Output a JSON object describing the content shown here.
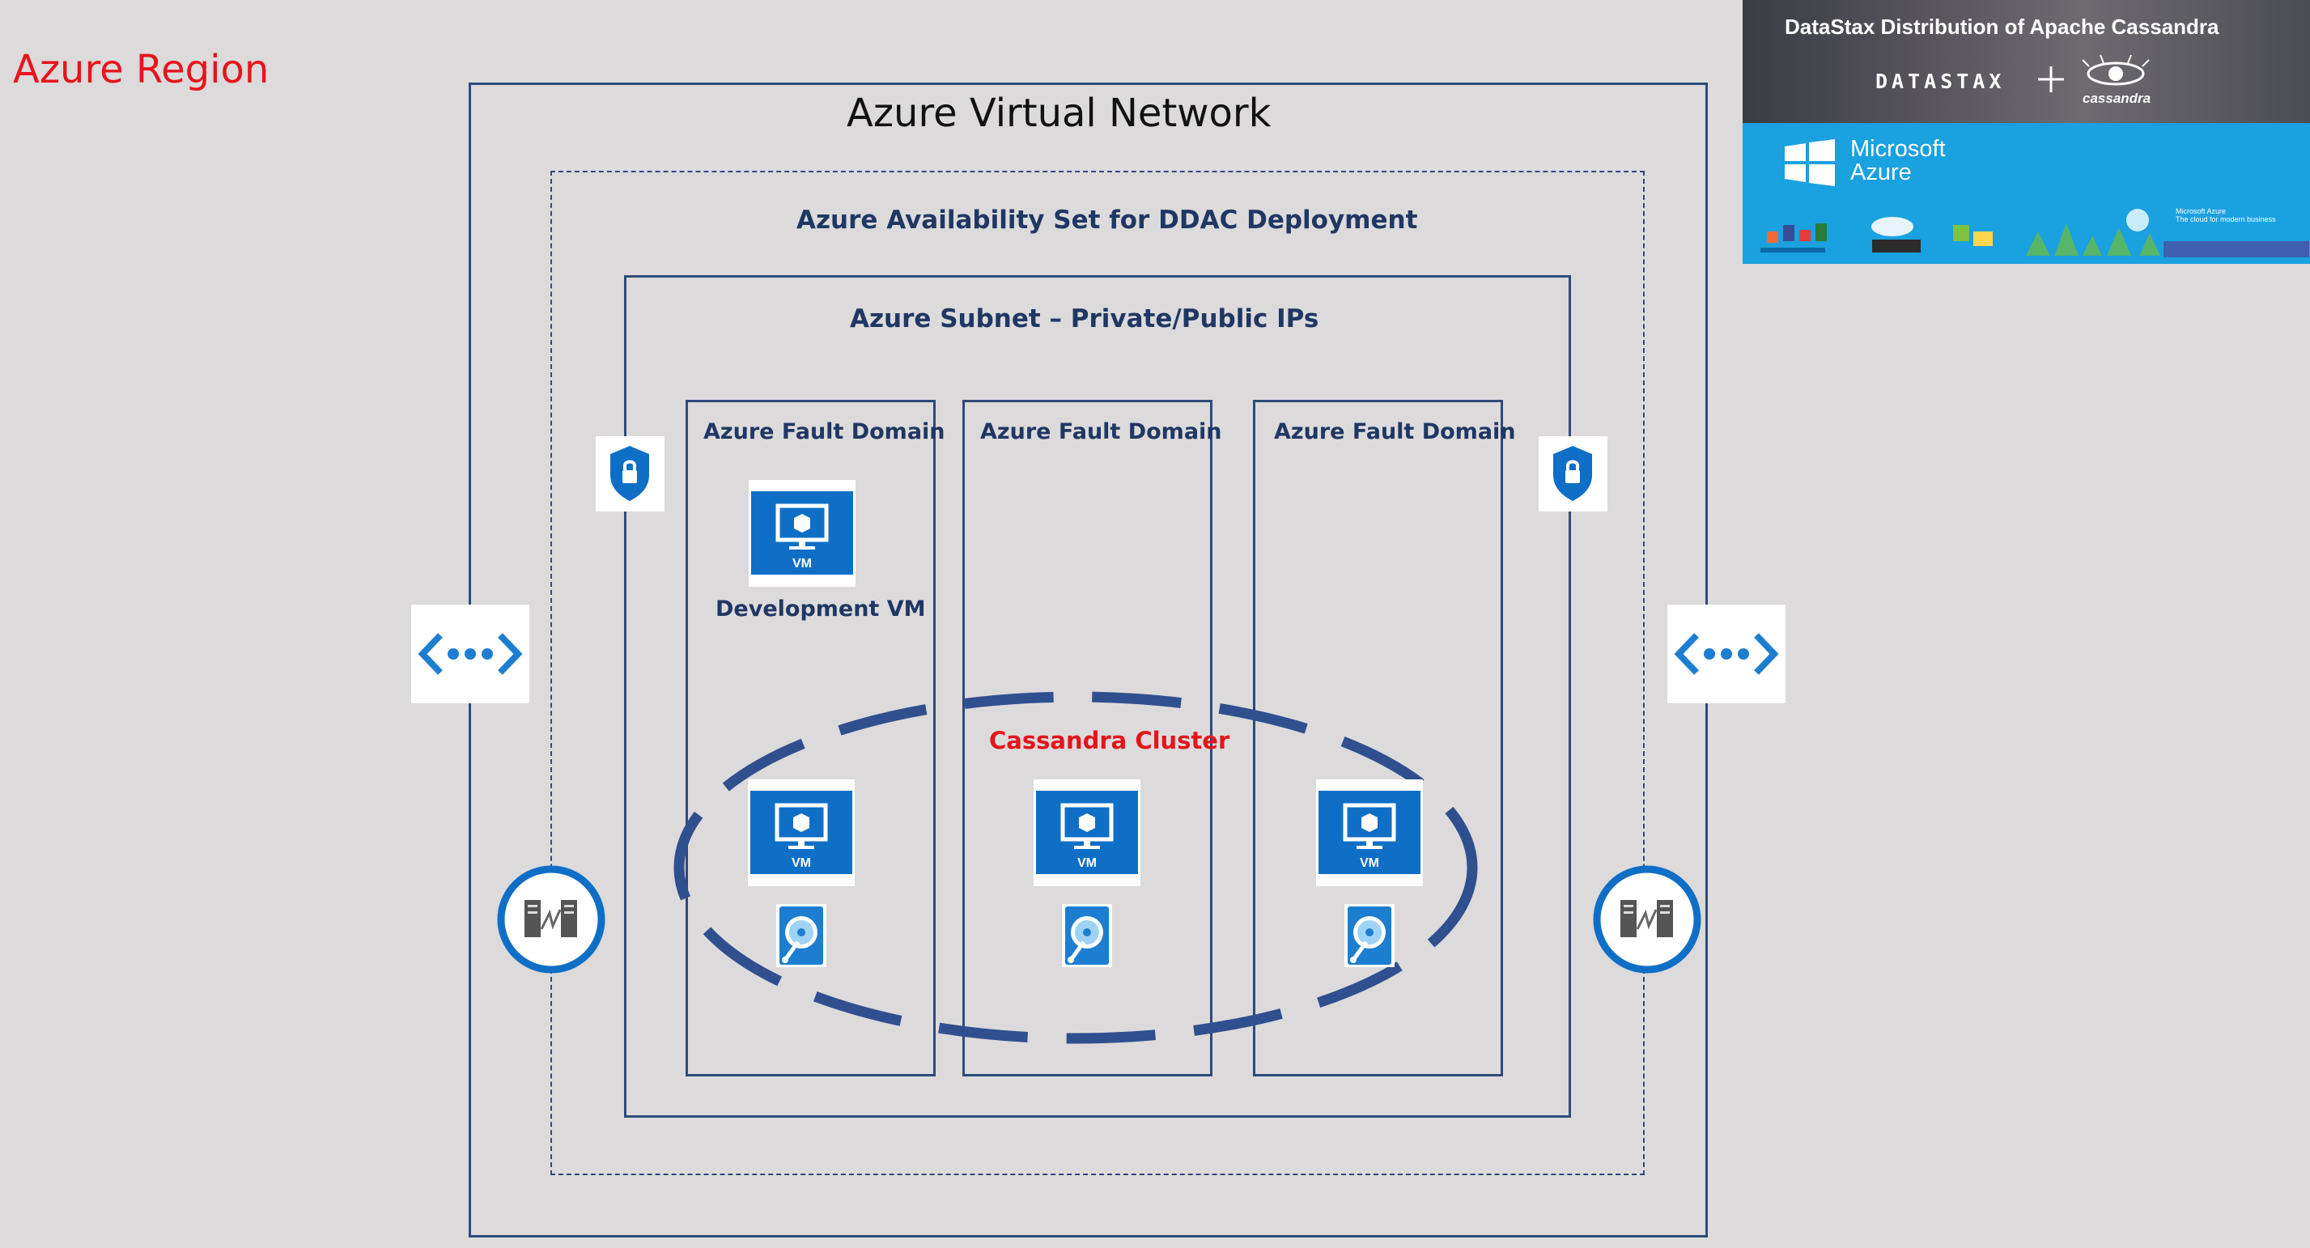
{
  "region": {
    "label": "Azure Region"
  },
  "vnet": {
    "title": "Azure Virtual Network"
  },
  "availability_set": {
    "title": "Azure Availability Set for DDAC Deployment"
  },
  "subnet": {
    "title": "Azure Subnet – Private/Public IPs"
  },
  "fault_domains": [
    {
      "label": "Azure Fault Domain"
    },
    {
      "label": "Azure Fault Domain"
    },
    {
      "label": "Azure Fault Domain"
    }
  ],
  "dev_vm": {
    "label": "Development VM",
    "badge": "VM"
  },
  "cluster": {
    "label": "Cassandra Cluster",
    "vm_badges": [
      "VM",
      "VM",
      "VM"
    ]
  },
  "banner": {
    "title": "DataStax Distribution of Apache Cassandra",
    "datastax_logo": "DATASTAX",
    "cassandra_logo": "cassandra",
    "ms_line1": "Microsoft",
    "ms_line2": "Azure",
    "ms_small1": "Microsoft Azure",
    "ms_small2": "The cloud for modern business"
  },
  "colors": {
    "accent": "#1f3763",
    "azure_blue": "#0f6fc6",
    "cluster_label": "#e3151b",
    "region_label": "#e8141c"
  },
  "icons": [
    "shield-lock-icon",
    "vnet-peering-icon",
    "load-balancer-icon",
    "vm-icon",
    "disk-icon"
  ]
}
